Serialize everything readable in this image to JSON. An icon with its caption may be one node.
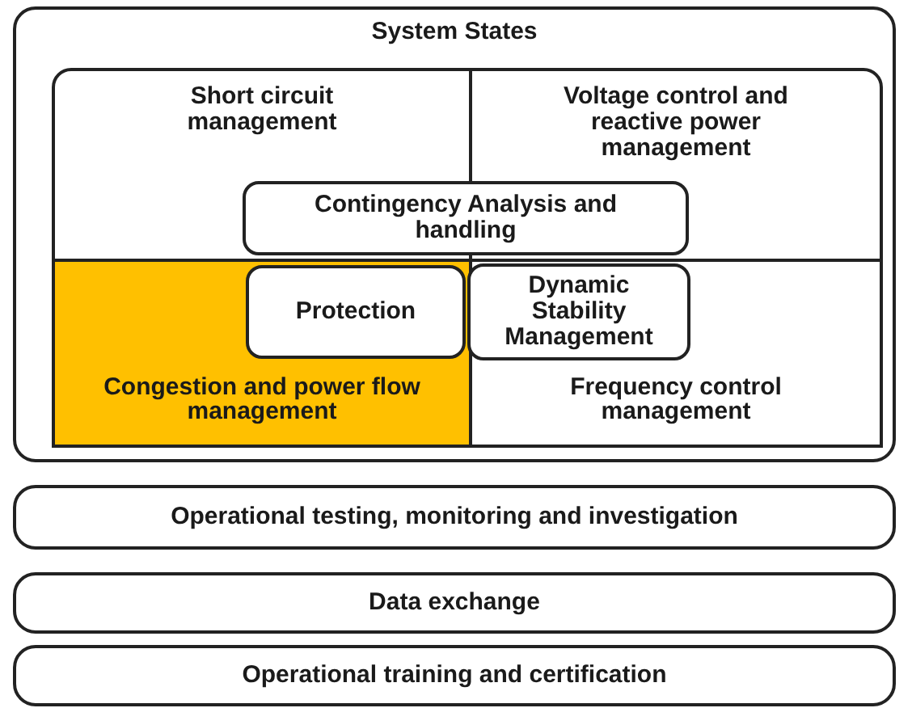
{
  "diagram": {
    "nodes": [
      {
        "text": [
          "System States"
        ]
      },
      {
        "text": [
          "Short circuit management"
        ],
        "in": 0
      },
      {
        "text": [
          "Voltage control and reactive power management"
        ],
        "in": 0
      },
      {
        "text": [
          "Contingency Analysis and handling"
        ],
        "in": 0
      },
      {
        "text": [
          "Congestion and power flow management"
        ],
        "in": 0
      },
      {
        "text": [
          "Protection"
        ],
        "in": 4
      },
      {
        "text": [
          "Frequency control management"
        ],
        "in": 0
      },
      {
        "text": [
          "Dynamic Stability Management"
        ],
        "in": 6
      },
      {
        "text": [
          "Operational testing, monitoring and investigation"
        ]
      },
      {
        "text": [
          "Data exchange"
        ]
      },
      {
        "text": [
          "Operational training and certification"
        ]
      }
    ]
  }
}
